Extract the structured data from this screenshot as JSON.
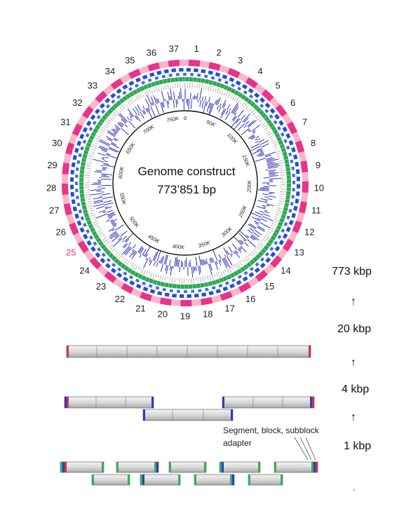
{
  "genome": {
    "title": "Genome construct",
    "length_label": "773’851 bp",
    "segment_numbers": [
      "1",
      "2",
      "3",
      "4",
      "5",
      "6",
      "7",
      "8",
      "9",
      "10",
      "11",
      "12",
      "13",
      "14",
      "15",
      "16",
      "17",
      "18",
      "19",
      "20",
      "21",
      "22",
      "23",
      "24",
      "25",
      "26",
      "27",
      "28",
      "29",
      "30",
      "31",
      "32",
      "33",
      "34",
      "35",
      "36",
      "37"
    ],
    "highlighted_segment": "25",
    "highlight_color": "#e8338a",
    "tick_labels": [
      "0",
      "50K",
      "100K",
      "150K",
      "200K",
      "250K",
      "300K",
      "350K",
      "400K",
      "450K",
      "500K",
      "550K",
      "600K",
      "650K",
      "700K",
      "750K"
    ]
  },
  "scale": {
    "levels": [
      "773 kbp",
      "20 kbp",
      "4 kbp",
      "1 kbp"
    ],
    "arrow_glyph": "↑"
  },
  "annotation": {
    "line1": "Segment, block, subblock",
    "line2": "adapter"
  },
  "colors": {
    "segment_pink": "#e8338a",
    "segment_light": "#f7b6c9",
    "blue_blocks": "#1f4fd8",
    "green_ring": "#2fa84f",
    "gc_plot": "#1a1ab0",
    "bar_grey": "#d6d6d6",
    "red_adapter": "#d8313a",
    "blue_adapter": "#2a3bd0",
    "green_adapter": "#3aae57"
  }
}
